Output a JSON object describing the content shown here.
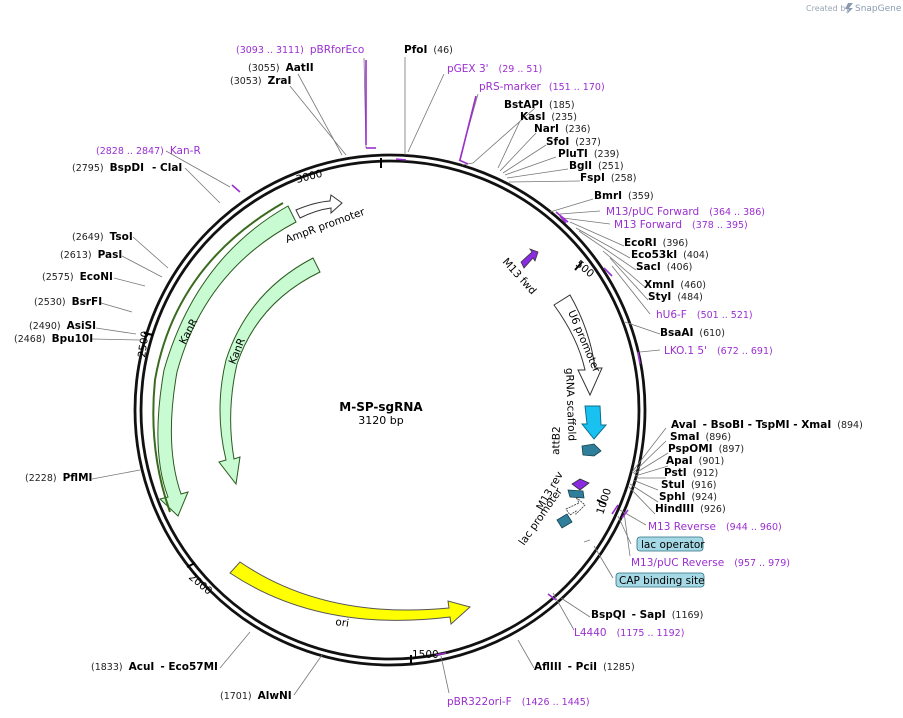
{
  "title": "M-SP-sgRNA",
  "size_label": "3120 bp",
  "credit": {
    "prefix": "Created by",
    "brand": "SnapGene"
  },
  "ticks": [
    "500",
    "1000",
    "1500",
    "2000",
    "2500",
    "3000"
  ],
  "sites": [
    {
      "id": "pfoi",
      "name": "PfoI",
      "pos": "(46)"
    },
    {
      "id": "bstapi",
      "name": "BstAPI",
      "pos": "(185)"
    },
    {
      "id": "kasi",
      "name": "KasI",
      "pos": "(235)"
    },
    {
      "id": "nari",
      "name": "NarI",
      "pos": "(236)"
    },
    {
      "id": "sfoi",
      "name": "SfoI",
      "pos": "(237)"
    },
    {
      "id": "pluti",
      "name": "PluTI",
      "pos": "(239)"
    },
    {
      "id": "bgli",
      "name": "BglI",
      "pos": "(251)"
    },
    {
      "id": "fspi",
      "name": "FspI",
      "pos": "(258)"
    },
    {
      "id": "bmri",
      "name": "BmrI",
      "pos": "(359)"
    },
    {
      "id": "ecori",
      "name": "EcoRI",
      "pos": "(396)"
    },
    {
      "id": "eco53ki",
      "name": "Eco53kI",
      "pos": "(404)"
    },
    {
      "id": "saci",
      "name": "SacI",
      "pos": "(406)"
    },
    {
      "id": "xmni",
      "name": "XmnI",
      "pos": "(460)"
    },
    {
      "id": "styi",
      "name": "StyI",
      "pos": "(484)"
    },
    {
      "id": "bsaai",
      "name": "BsaAI",
      "pos": "(610)"
    },
    {
      "id": "avai",
      "name": "AvaI",
      "extra": "- BsoBI  - TspMI  - XmaI",
      "pos": "(894)"
    },
    {
      "id": "smai",
      "name": "SmaI",
      "pos": "(896)"
    },
    {
      "id": "pspomi",
      "name": "PspOMI",
      "pos": "(897)"
    },
    {
      "id": "apai",
      "name": "ApaI",
      "pos": "(901)"
    },
    {
      "id": "psti",
      "name": "PstI",
      "pos": "(912)"
    },
    {
      "id": "stui",
      "name": "StuI",
      "pos": "(916)"
    },
    {
      "id": "sphi",
      "name": "SphI",
      "pos": "(924)"
    },
    {
      "id": "hindiii",
      "name": "HindIII",
      "pos": "(926)"
    },
    {
      "id": "bspqi",
      "name": "BspQI",
      "extra": "- SapI",
      "pos": "(1169)"
    },
    {
      "id": "afliii",
      "name": "AflIII",
      "extra": "- PciI",
      "pos": "(1285)"
    },
    {
      "id": "alwni",
      "name": "AlwNI",
      "pos": "(1701)"
    },
    {
      "id": "acui",
      "name": "AcuI",
      "extra": "- Eco57MI",
      "pos": "(1833)"
    },
    {
      "id": "pflmi",
      "name": "PflMI",
      "pos": "(2228)"
    },
    {
      "id": "bpu10i",
      "name": "Bpu10I",
      "pos": "(2468)"
    },
    {
      "id": "asisi",
      "name": "AsiSI",
      "pos": "(2490)"
    },
    {
      "id": "bsrfi",
      "name": "BsrFI",
      "pos": "(2530)"
    },
    {
      "id": "econi",
      "name": "EcoNI",
      "pos": "(2575)"
    },
    {
      "id": "pasi",
      "name": "PasI",
      "pos": "(2613)"
    },
    {
      "id": "tsoi",
      "name": "TsoI",
      "pos": "(2649)"
    },
    {
      "id": "bspdi",
      "name": "BspDI",
      "extra": "- ClaI",
      "pos": "(2795)"
    },
    {
      "id": "zrai",
      "name": "ZraI",
      "pos": "(3053)"
    },
    {
      "id": "aatii",
      "name": "AatII",
      "pos": "(3055)"
    }
  ],
  "primers": [
    {
      "id": "pbrforeco",
      "name": "pBRforEco",
      "range": "(3093 .. 3111)"
    },
    {
      "id": "pgex3",
      "name": "pGEX 3'",
      "range": "(29 .. 51)"
    },
    {
      "id": "prsmarker",
      "name": "pRS-marker",
      "range": "(151 .. 170)"
    },
    {
      "id": "m13puc_fwd",
      "name": "M13/pUC Forward",
      "range": "(364 .. 386)"
    },
    {
      "id": "m13fwd",
      "name": "M13 Forward",
      "range": "(378 .. 395)"
    },
    {
      "id": "hu6f",
      "name": "hU6-F",
      "range": "(501 .. 521)"
    },
    {
      "id": "lko15",
      "name": "LKO.1 5'",
      "range": "(672 .. 691)"
    },
    {
      "id": "m13rev",
      "name": "M13 Reverse",
      "range": "(944 .. 960)"
    },
    {
      "id": "m13puc_rev",
      "name": "M13/pUC Reverse",
      "range": "(957 .. 979)"
    },
    {
      "id": "l4440",
      "name": "L4440",
      "range": "(1175 .. 1192)"
    },
    {
      "id": "pbr322ori",
      "name": "pBR322ori-F",
      "range": "(1426 .. 1445)"
    },
    {
      "id": "kanr_primer",
      "name": "Kan-R",
      "range": "(2828 .. 2847)"
    }
  ],
  "boxes": [
    {
      "id": "lac_operator",
      "name": "lac operator"
    },
    {
      "id": "cap_site",
      "name": "CAP binding site"
    }
  ],
  "features": [
    {
      "id": "ampr_promoter",
      "name": "AmpR promoter"
    },
    {
      "id": "kanr_outer",
      "name": "KanR"
    },
    {
      "id": "kanr_inner",
      "name": "KanR"
    },
    {
      "id": "ori",
      "name": "ori"
    },
    {
      "id": "m13fwd_feat",
      "name": "M13 fwd"
    },
    {
      "id": "u6",
      "name": "U6 promoter"
    },
    {
      "id": "grna",
      "name": "gRNA scaffold"
    },
    {
      "id": "attb2",
      "name": "attB2"
    },
    {
      "id": "m13rev_feat",
      "name": "M13 rev"
    },
    {
      "id": "lacprom",
      "name": "lac promoter"
    }
  ],
  "colors": {
    "primer": "#9a2fd0",
    "kanr_fill": "#c8fbd2",
    "ori_fill": "#ffff00",
    "grna_fill": "#19c1f0",
    "attb2_fill": "#2f7f9a",
    "box_fill": "#a6d9e6",
    "m13_feat": "#8a2be2"
  }
}
